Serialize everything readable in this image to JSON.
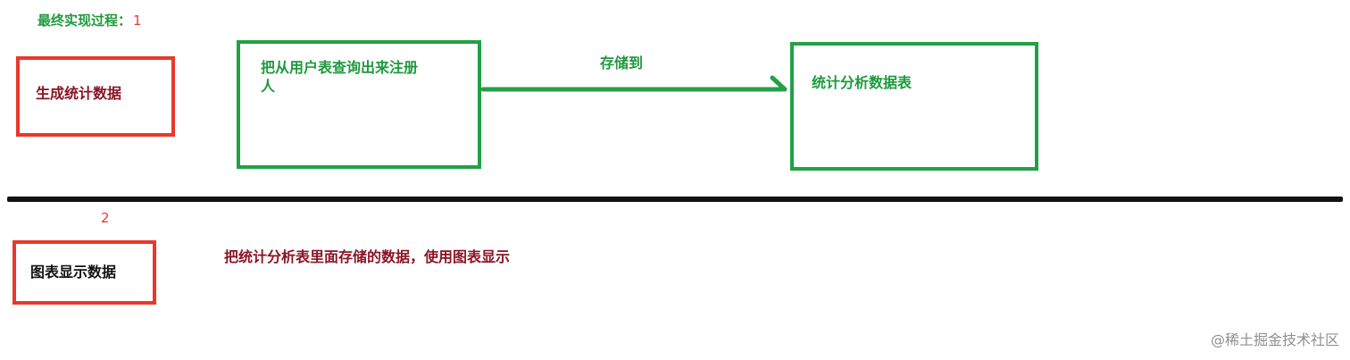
{
  "heading": {
    "title": "最终实现过程：",
    "step1": "1"
  },
  "step1": {
    "generate_box_label": "生成统计数据",
    "query_box_label": "把从用户表查询出来注册人",
    "arrow_label": "存储到",
    "stats_table_box_label": "统计分析数据表"
  },
  "step2": {
    "number": "2",
    "display_box_label": "图表显示数据",
    "description": "把统计分析表里面存储的数据，使用图表显示"
  },
  "watermark": "@稀土掘金技术社区",
  "colors": {
    "green": "#23a046",
    "red": "#e8392c",
    "dark_red_text": "#8a1425",
    "divider": "#111111"
  }
}
